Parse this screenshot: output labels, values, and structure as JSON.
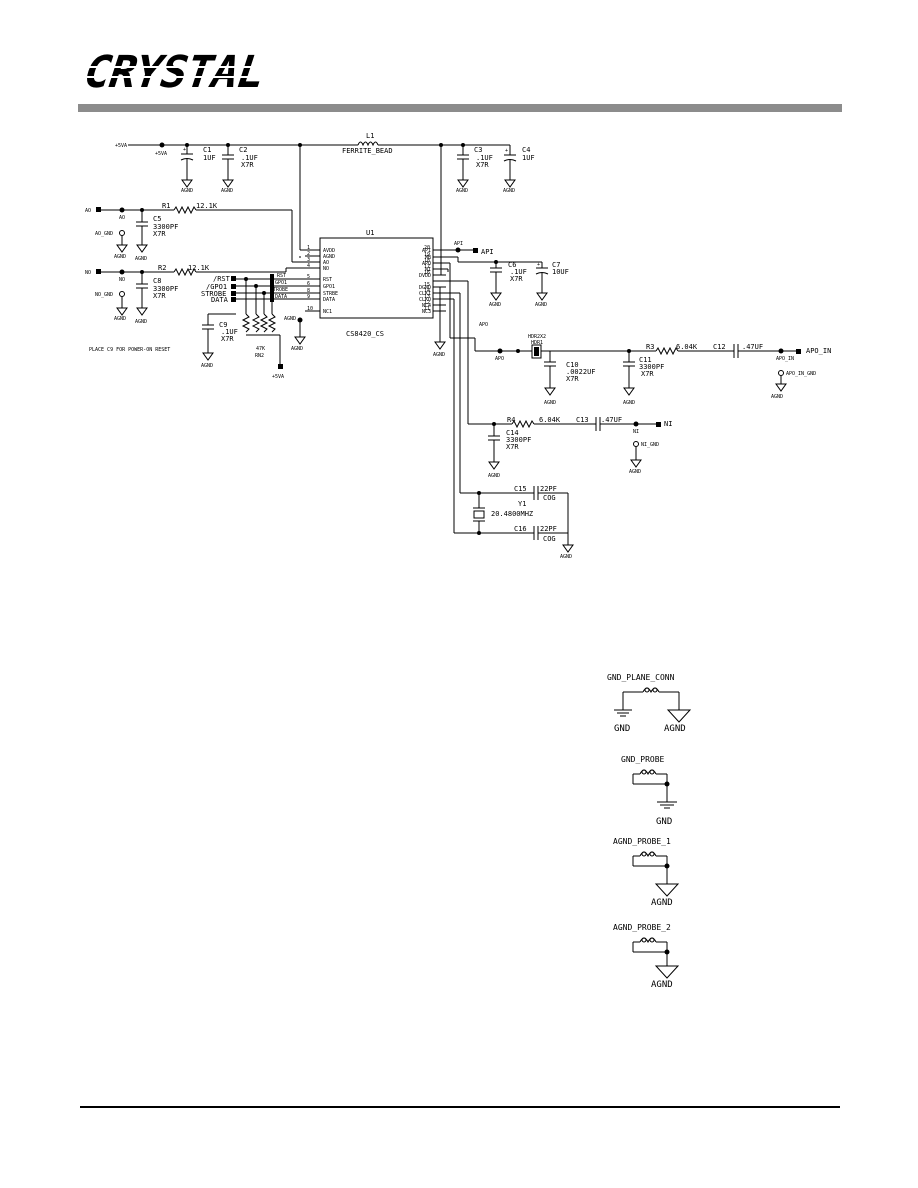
{
  "header": {
    "logo_text": "CRYSTAL"
  },
  "schematic": {
    "supply": {
      "net": "+5VA",
      "net_small": "+5VA"
    },
    "l1": {
      "ref": "L1",
      "value": "FERRITE_BEAD"
    },
    "caps_top": [
      {
        "ref": "C1",
        "value": "1UF",
        "ground": "AGND"
      },
      {
        "ref": "C2",
        "value": ".1UF",
        "type": "X7R",
        "ground": "AGND"
      },
      {
        "ref": "C3",
        "value": ".1UF",
        "type": "X7R",
        "ground": "AGND"
      },
      {
        "ref": "C4",
        "value": "1UF",
        "ground": "AGND"
      }
    ],
    "ao": {
      "port": "AO",
      "small": "AO",
      "gnd": "AO_GND",
      "r_ref": "R1",
      "r_value": "12.1K",
      "c_ref": "C5",
      "c_value": "3300PF",
      "c_type": "X7R",
      "ground": "AGND"
    },
    "nio": {
      "port": "NO",
      "small": "NO",
      "gnd": "NO_GND",
      "r_ref": "R2",
      "r_value": "12.1K",
      "c_ref": "C8",
      "c_value": "3300PF",
      "c_type": "X7R",
      "ground": "AGND"
    },
    "digital": {
      "rst": "/RST",
      "gpo1": "/GPO1",
      "strobe": "STROBE",
      "data": "DATA"
    },
    "c9": {
      "ref": "C9",
      "value": ".1UF",
      "type": "X7R",
      "ground": "AGND",
      "note": "PLACE C9 FOR POWER-ON RESET"
    },
    "rn": {
      "ref": "RN2",
      "value": "47K",
      "supply": "+5VA"
    },
    "u1": {
      "ref": "U1",
      "part": "CS8420_CS",
      "left_pins": [
        {
          "num": "1",
          "name": "AVDD"
        },
        {
          "num": "2",
          "name": "AGND"
        },
        {
          "num": "3",
          "name": "AO"
        },
        {
          "num": "4",
          "name": "NO"
        },
        {
          "num": "5",
          "name": "RST"
        },
        {
          "num": "6",
          "name": "GPO1"
        },
        {
          "num": "8",
          "name": "STRBE"
        },
        {
          "num": "9",
          "name": "DATA"
        },
        {
          "num": "10",
          "name": "NC1"
        }
      ],
      "right_pins": [
        {
          "num": "20",
          "name": "API"
        },
        {
          "num": "19",
          "name": "MB"
        },
        {
          "num": "18",
          "name": "APO"
        },
        {
          "num": "17",
          "name": "NI"
        },
        {
          "num": "16",
          "name": "DVDD"
        },
        {
          "num": "15",
          "name": "DGND"
        },
        {
          "num": "14",
          "name": "CLKI"
        },
        {
          "num": "13",
          "name": "CLKO"
        },
        {
          "num": "12",
          "name": "NC4"
        },
        {
          "num": "11",
          "name": "NC3"
        }
      ],
      "gnd": "AGND"
    },
    "api": {
      "label": "API",
      "small": "API"
    },
    "c6": {
      "ref": "C6",
      "value": ".1UF",
      "type": "X7R",
      "ground": "AGND"
    },
    "c7": {
      "ref": "C7",
      "value": "10UF",
      "ground": "AGND"
    },
    "apo": {
      "net": "APO",
      "small": "APO"
    },
    "hdr": {
      "ref": "HDR1",
      "type": "HDR2X2"
    },
    "c10": {
      "ref": "C10",
      "value": ".0022UF",
      "type": "X7R",
      "ground": "AGND"
    },
    "r3": {
      "ref": "R3",
      "value": "6.04K"
    },
    "c11": {
      "ref": "C11",
      "value": "3300PF",
      "type": "X7R",
      "ground": "AGND"
    },
    "c12": {
      "ref": "C12",
      "value": ".47UF"
    },
    "apo_in": {
      "port": "APO_IN",
      "small": "APO_IN",
      "gnd": "APO_IN_GND",
      "ground": "AGND"
    },
    "r4": {
      "ref": "R4",
      "value": "6.04K"
    },
    "c13": {
      "ref": "C13",
      "value": ".47UF"
    },
    "c14": {
      "ref": "C14",
      "value": "3300PF",
      "type": "X7R",
      "ground": "AGND"
    },
    "ni": {
      "port": "NI",
      "small": "NI",
      "gnd": "NI_GND",
      "ground": "AGND"
    },
    "c15": {
      "ref": "C15",
      "value": "22PF",
      "type": "COG"
    },
    "y1": {
      "ref": "Y1",
      "value": "20.4800MHZ"
    },
    "c16": {
      "ref": "C16",
      "value": "22PF",
      "type": "COG",
      "ground": "AGND"
    },
    "connectors": [
      {
        "title": "GND_PLANE_CONN",
        "left": "GND",
        "right": "AGND"
      },
      {
        "title": "GND_PROBE",
        "gnd": "GND"
      },
      {
        "title": "AGND_PROBE_1",
        "gnd": "AGND"
      },
      {
        "title": "AGND_PROBE_2",
        "gnd": "AGND"
      }
    ]
  }
}
